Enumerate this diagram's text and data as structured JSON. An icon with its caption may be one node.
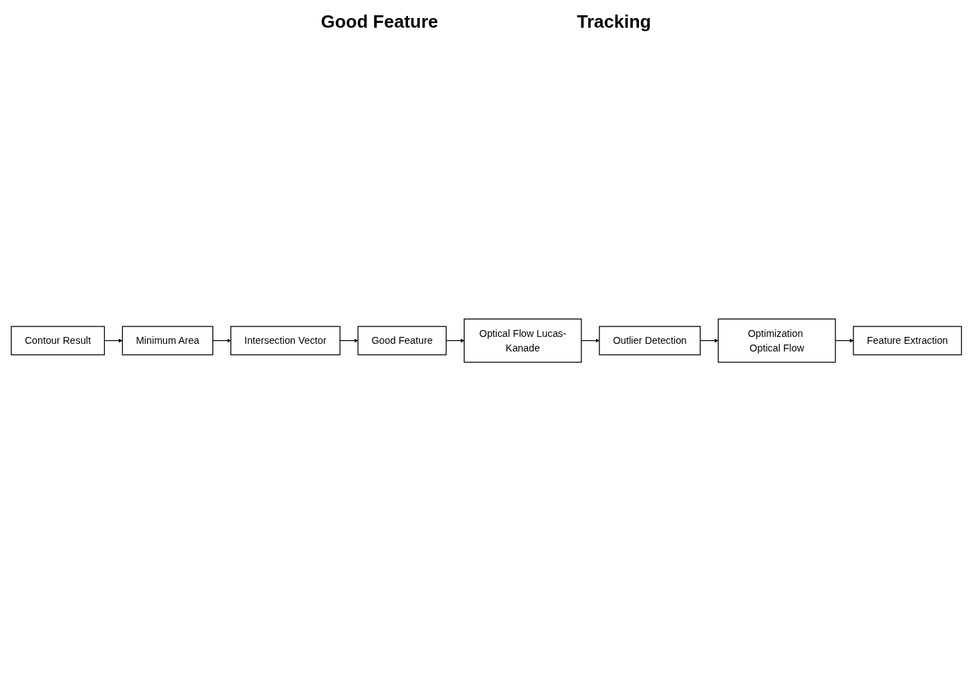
{
  "diagram": {
    "nodes": [
      {
        "text": [
          "Contour Result"
        ]
      },
      {
        "text": [
          "Minimum Area"
        ]
      },
      {
        "text": [
          "Intersection Vector"
        ]
      },
      {
        "text": [
          "Good Feature"
        ]
      },
      {
        "text": [
          "Optical Flow Lucas-Kanade"
        ]
      },
      {
        "text": [
          "Outlier Detection"
        ]
      },
      {
        "text": [
          "Optimization Optical Flow"
        ]
      },
      {
        "text": [
          "Feature Extraction"
        ]
      }
    ],
    "edges": [
      {
        "from": 0,
        "to": 1,
        "arrow": "to"
      },
      {
        "from": 1,
        "to": 2,
        "arrow": "to"
      },
      {
        "from": 2,
        "to": 3,
        "arrow": "to"
      },
      {
        "from": 3,
        "to": 4,
        "arrow": "to"
      },
      {
        "from": 4,
        "to": 5,
        "arrow": "to"
      },
      {
        "from": 5,
        "to": 6,
        "arrow": "to"
      },
      {
        "from": 6,
        "to": 7,
        "arrow": "to"
      }
    ],
    "labels": [
      "Good Feature",
      "Tracking"
    ]
  }
}
